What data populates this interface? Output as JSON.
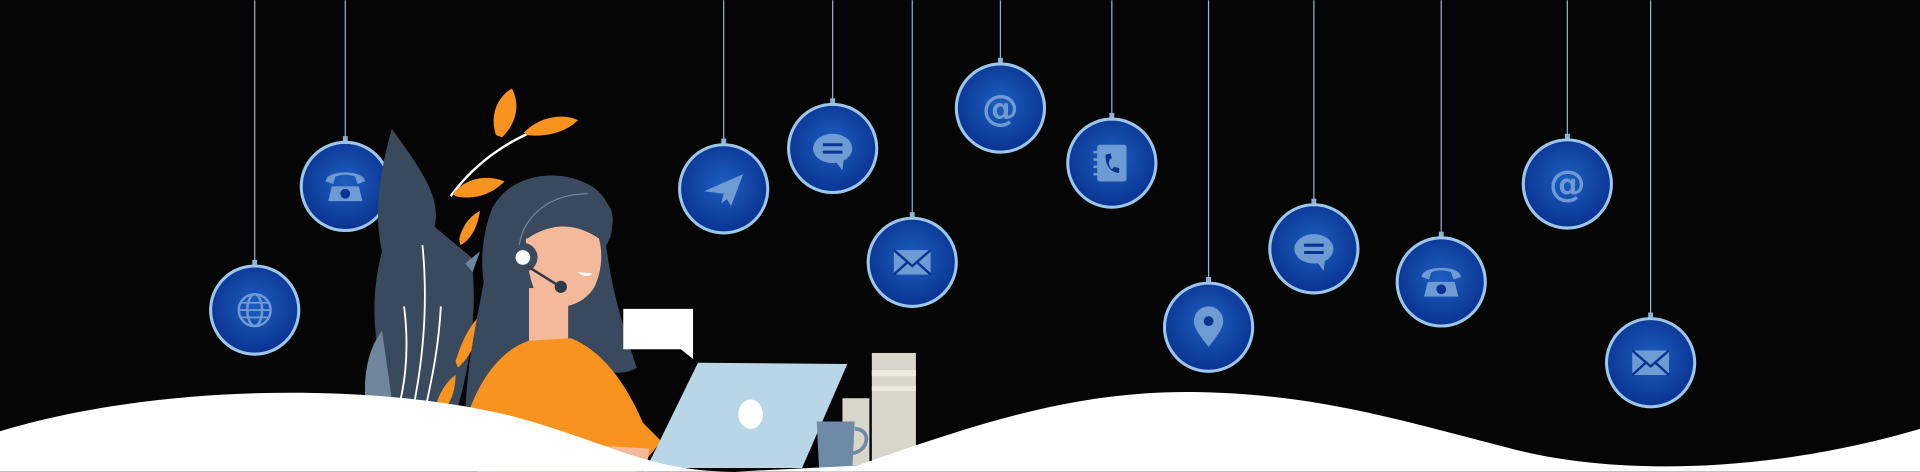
{
  "colors": {
    "background": "#050505",
    "ornament_fill": "#0a3a9a",
    "ornament_ring": "#9cc6ea",
    "icon": "#6e9bd3",
    "string": "#8fb3d6",
    "skin": "#f4b89a",
    "hair": "#3a4a5e",
    "sweater": "#f7931e",
    "laptop": "#b9d6e6",
    "ground": "#ffffff"
  },
  "ornaments": [
    {
      "icon": "globe"
    },
    {
      "icon": "phone"
    },
    {
      "icon": "paper-plane"
    },
    {
      "icon": "chat"
    },
    {
      "icon": "mail"
    },
    {
      "icon": "at-sign"
    },
    {
      "icon": "contact-book"
    },
    {
      "icon": "location-pin"
    },
    {
      "icon": "chat"
    },
    {
      "icon": "phone"
    },
    {
      "icon": "at-sign"
    },
    {
      "icon": "mail"
    }
  ]
}
